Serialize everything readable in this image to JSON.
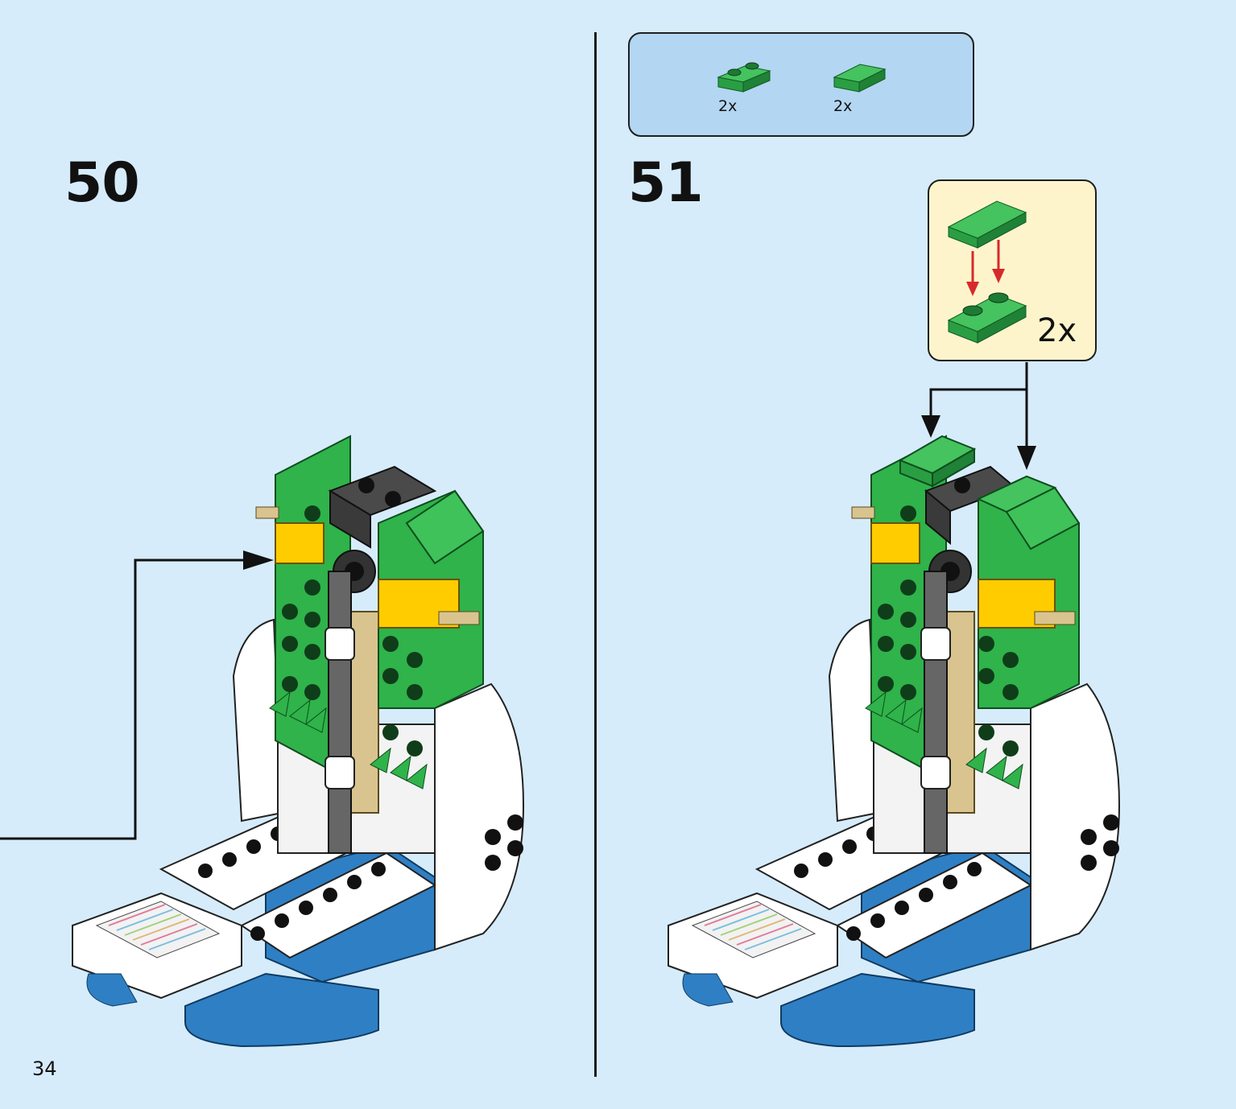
{
  "page": {
    "page_number": "34",
    "step_left": {
      "number": "50"
    },
    "step_right": {
      "number": "51"
    }
  },
  "parts_list": [
    {
      "part": "green-plate-1x2-icon",
      "quantity": "2x"
    },
    {
      "part": "green-tile-1x2-icon",
      "quantity": "2x"
    }
  ],
  "subassembly": {
    "quantity": "2x"
  },
  "colors": {
    "background": "#d6ecfb",
    "parts_box": "#b3d6f2",
    "subassembly_box": "#fdf4cc",
    "brick_green": "#2fb34a",
    "brick_yellow": "#ffcc00",
    "brick_white": "#ffffff",
    "brick_blue": "#2f7fc4",
    "brick_dark_gray": "#4a4a4a",
    "brick_tan": "#d9c48f",
    "arrow_red": "#d62a2a"
  }
}
